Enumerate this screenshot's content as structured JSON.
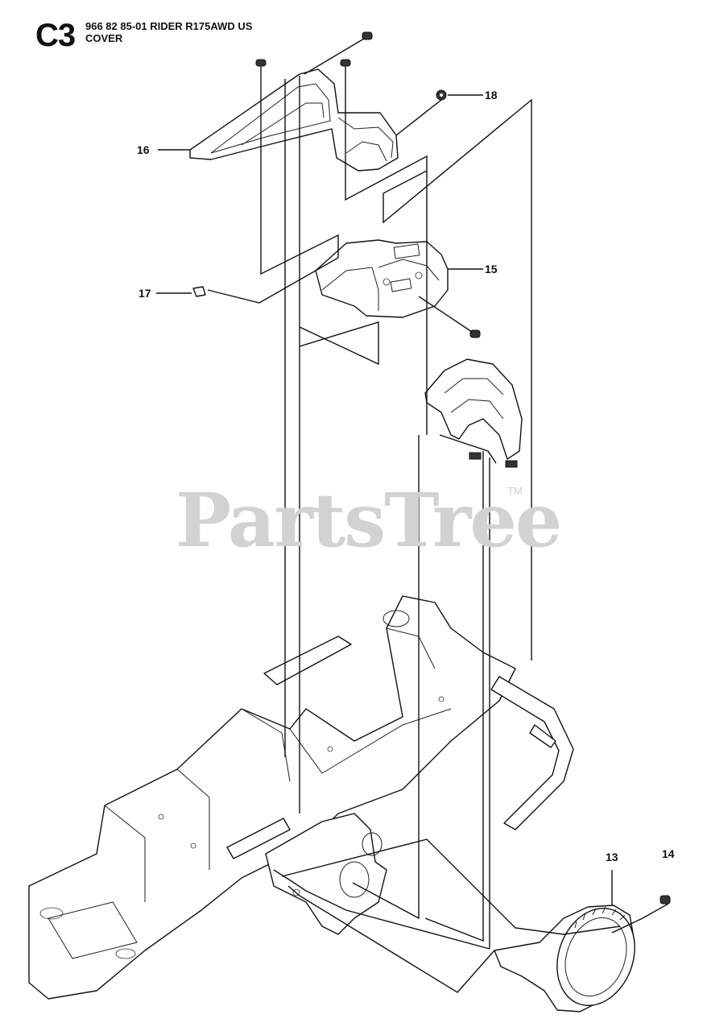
{
  "header": {
    "page_code": "C3",
    "model_line": "966 82 85-01 RIDER R175AWD US",
    "section_title": "COVER"
  },
  "watermark": {
    "text": "PartsTree",
    "trademark": "TM"
  },
  "callouts": [
    {
      "id": "13",
      "label": "13"
    },
    {
      "id": "14",
      "label": "14"
    },
    {
      "id": "15",
      "label": "15"
    },
    {
      "id": "16",
      "label": "16"
    },
    {
      "id": "17",
      "label": "17"
    },
    {
      "id": "18",
      "label": "18"
    }
  ]
}
